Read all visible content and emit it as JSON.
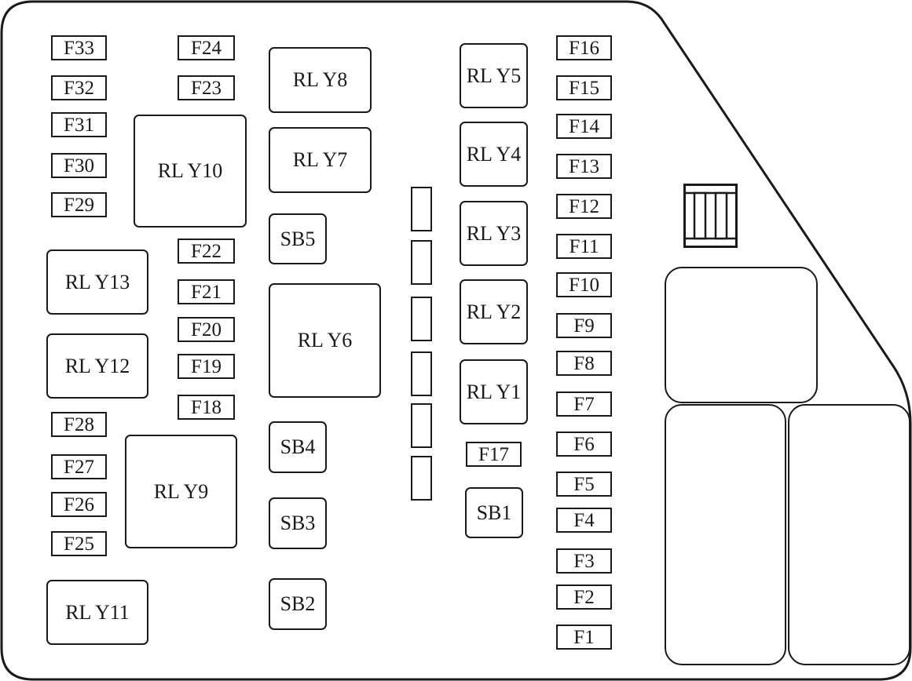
{
  "fuses": {
    "f1": "F1",
    "f2": "F2",
    "f3": "F3",
    "f4": "F4",
    "f5": "F5",
    "f6": "F6",
    "f7": "F7",
    "f8": "F8",
    "f9": "F9",
    "f10": "F10",
    "f11": "F11",
    "f12": "F12",
    "f13": "F13",
    "f14": "F14",
    "f15": "F15",
    "f16": "F16",
    "f17": "F17",
    "f18": "F18",
    "f19": "F19",
    "f20": "F20",
    "f21": "F21",
    "f22": "F22",
    "f23": "F23",
    "f24": "F24",
    "f25": "F25",
    "f26": "F26",
    "f27": "F27",
    "f28": "F28",
    "f29": "F29",
    "f30": "F30",
    "f31": "F31",
    "f32": "F32",
    "f33": "F33"
  },
  "relays": {
    "rly1": "RL Y1",
    "rly2": "RL Y2",
    "rly3": "RL Y3",
    "rly4": "RL Y4",
    "rly5": "RL Y5",
    "rly6": "RL Y6",
    "rly7": "RL Y7",
    "rly8": "RL Y8",
    "rly9": "RL Y9",
    "rly10": "RL Y10",
    "rly11": "RL Y11",
    "rly12": "RL Y12",
    "rly13": "RL Y13"
  },
  "slow_blow_fuses": {
    "sb1": "SB1",
    "sb2": "SB2",
    "sb3": "SB3",
    "sb4": "SB4",
    "sb5": "SB5"
  }
}
